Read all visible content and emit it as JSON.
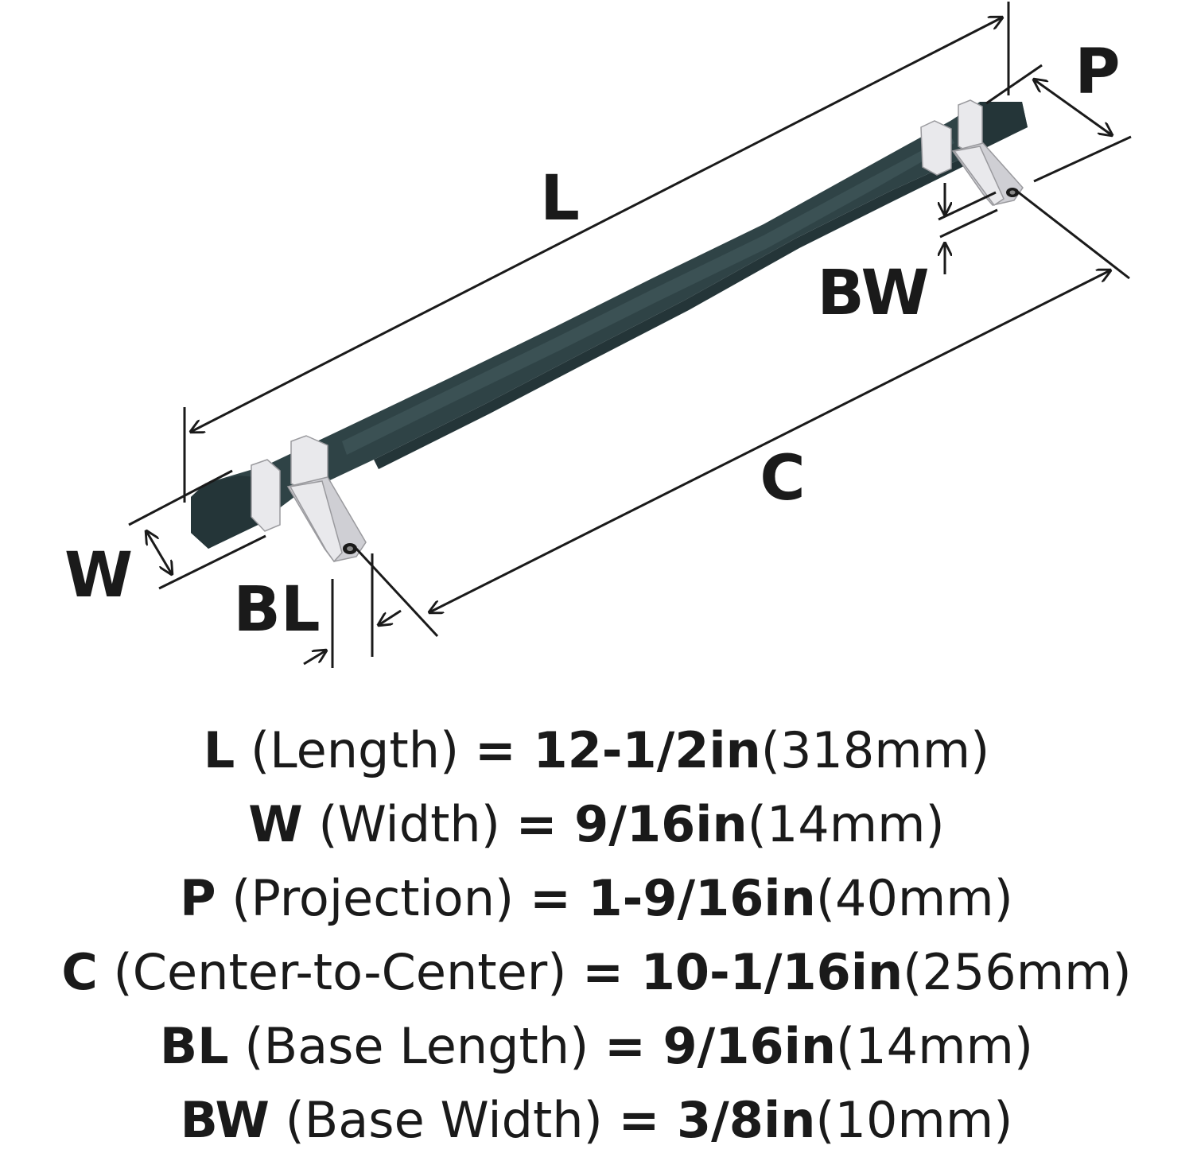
{
  "diagram": {
    "labels": {
      "length": "L",
      "projection": "P",
      "base_width": "BW",
      "center_to_center": "C",
      "width": "W",
      "base_length": "BL"
    },
    "colors": {
      "handle": "#2f4346",
      "handle_dark": "#243538",
      "handle_light": "#3b5154",
      "base_metal": "#e9e9ec",
      "line": "#1a1a1a"
    }
  },
  "specs": [
    {
      "abbr": "L",
      "desc": " (Length) ",
      "eq": "= ",
      "imperial": "12-1/2in",
      "metric": "(318mm)"
    },
    {
      "abbr": "W",
      "desc": " (Width) ",
      "eq": "= ",
      "imperial": "9/16in",
      "metric": "(14mm)"
    },
    {
      "abbr": "P",
      "desc": " (Projection) ",
      "eq": "= ",
      "imperial": "1-9/16in",
      "metric": "(40mm)"
    },
    {
      "abbr": "C",
      "desc": " (Center-to-Center) ",
      "eq": "= ",
      "imperial": "10-1/16in",
      "metric": "(256mm)"
    },
    {
      "abbr": "BL",
      "desc": " (Base Length) ",
      "eq": "= ",
      "imperial": "9/16in",
      "metric": "(14mm)"
    },
    {
      "abbr": "BW",
      "desc": " (Base Width) ",
      "eq": "= ",
      "imperial": "3/8in",
      "metric": "(10mm)"
    }
  ]
}
